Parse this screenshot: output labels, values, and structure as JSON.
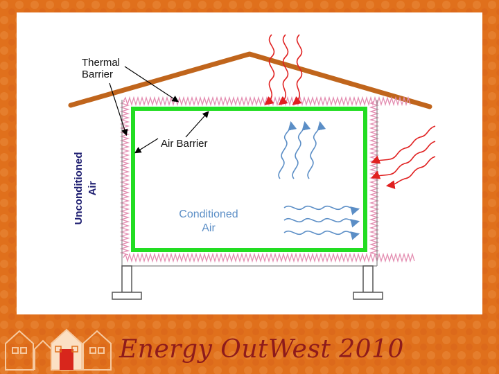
{
  "labels": {
    "thermal_barrier_line1": "Thermal",
    "thermal_barrier_line2": "Barrier",
    "air_barrier": "Air Barrier",
    "unconditioned_line1": "Unconditioned",
    "unconditioned_line2": "Air",
    "conditioned_line1": "Conditioned",
    "conditioned_line2": "Air"
  },
  "footer": {
    "title": "Energy OutWest 2010"
  },
  "colors": {
    "background": "#e0701c",
    "roof": "#c0651c",
    "air_barrier": "#22dd22",
    "insulation": "#e38cb0",
    "heat_arrows": "#e02020",
    "conditioned_arrows": "#5b8ec6",
    "footer_text": "#8e1b1b"
  },
  "icons": [
    "house-outline-icon",
    "red-house-icon"
  ]
}
